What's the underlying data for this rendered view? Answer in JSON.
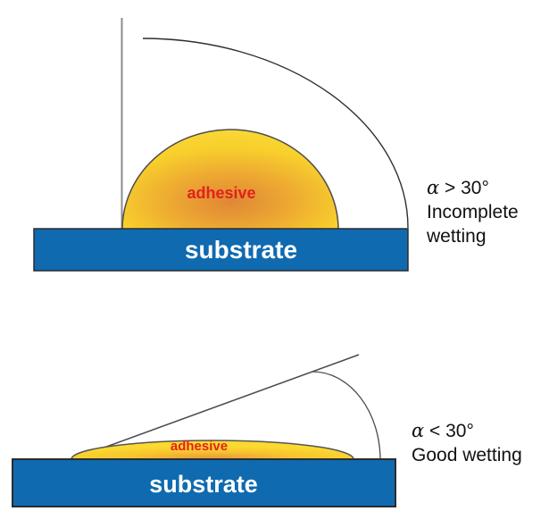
{
  "colors": {
    "background": "#ffffff",
    "substrate_fill": "#0f6ab0",
    "substrate_border": "#2b2b2b",
    "adhesive_yellow": "#f8da3a",
    "adhesive_orange": "#df8736",
    "adhesive_outline": "#4d4d4d",
    "vertical_line_gray": "#8c8c8c",
    "arc_line_dark": "#2f2f2f",
    "adhesive_label_color": "#e2211c",
    "substrate_label_color": "#ffffff",
    "caption_color": "#111111"
  },
  "top_diagram": {
    "adhesive_label": "adhesive",
    "substrate_label": "substrate",
    "caption": {
      "alpha": "α",
      "condition": " > 30°",
      "line2": "Incomplete",
      "line3": "wetting"
    }
  },
  "bottom_diagram": {
    "adhesive_label": "adhesive",
    "substrate_label": "substrate",
    "caption": {
      "alpha": "α",
      "condition": " < 30°",
      "line2": "Good wetting"
    }
  }
}
